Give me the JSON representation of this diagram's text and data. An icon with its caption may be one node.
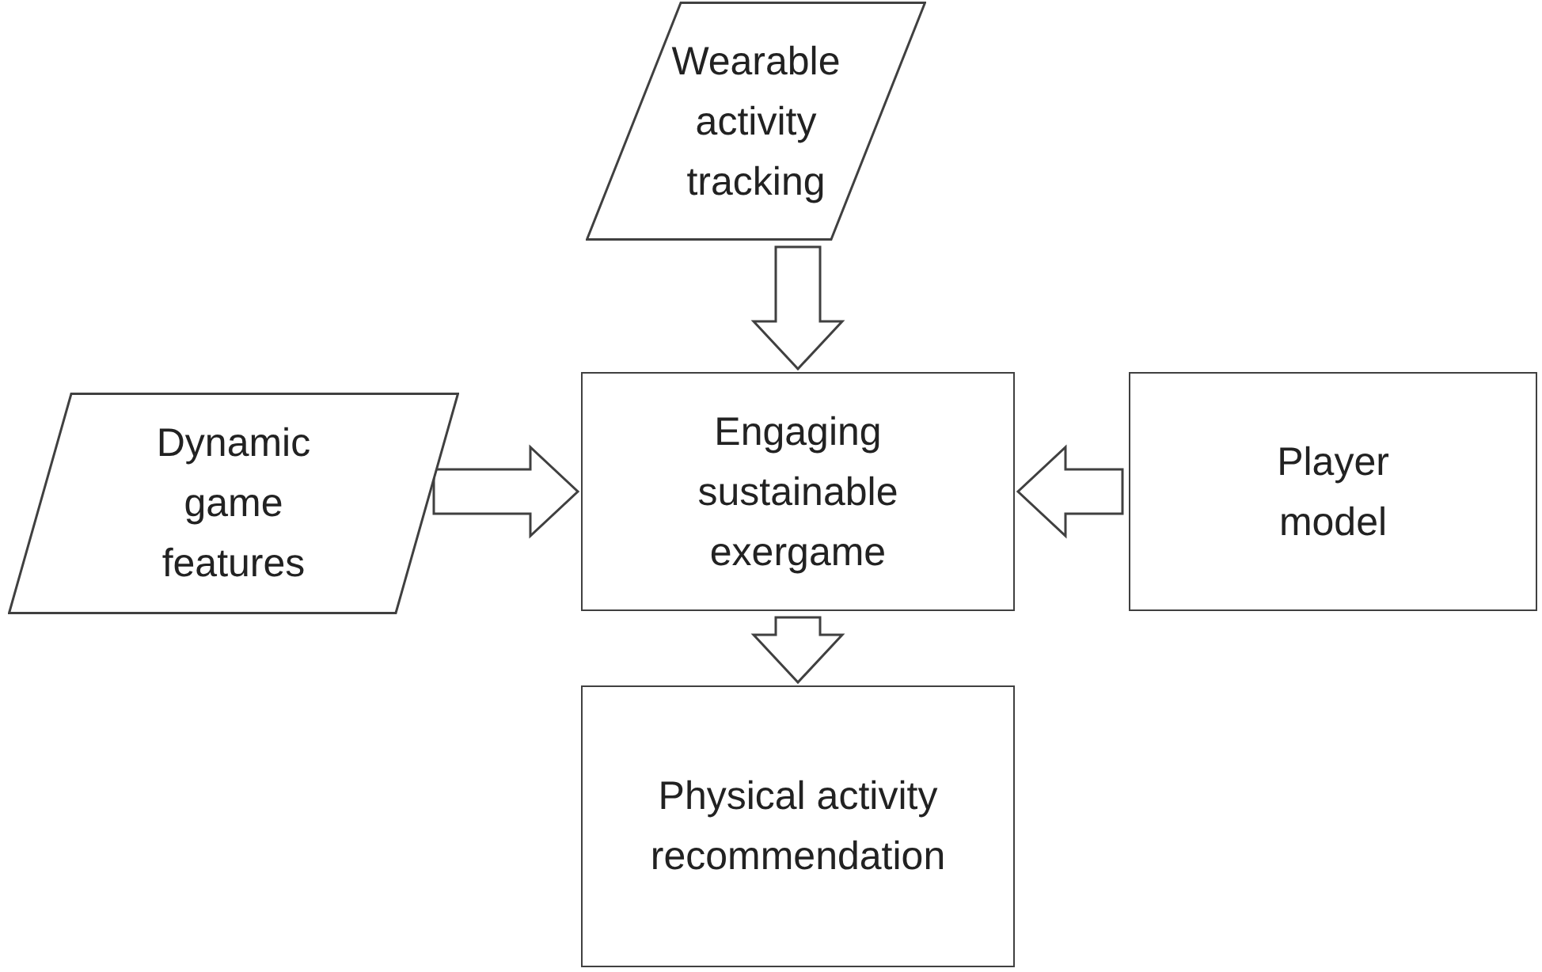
{
  "diagram": {
    "nodes": [
      {
        "text": [
          "Wearable activity tracking"
        ]
      },
      {
        "text": [
          "Dynamic game features"
        ]
      },
      {
        "text": [
          "Engaging sustainable exergame"
        ]
      },
      {
        "text": [
          "Player model"
        ]
      },
      {
        "text": [
          "Physical activity recommendation"
        ]
      }
    ],
    "edges": [
      {
        "from": 0,
        "to": 2,
        "arrow": "to"
      },
      {
        "from": 1,
        "to": 2,
        "arrow": "to"
      },
      {
        "from": 3,
        "to": 2,
        "arrow": "to"
      },
      {
        "from": 2,
        "to": 4,
        "arrow": "to"
      }
    ]
  }
}
